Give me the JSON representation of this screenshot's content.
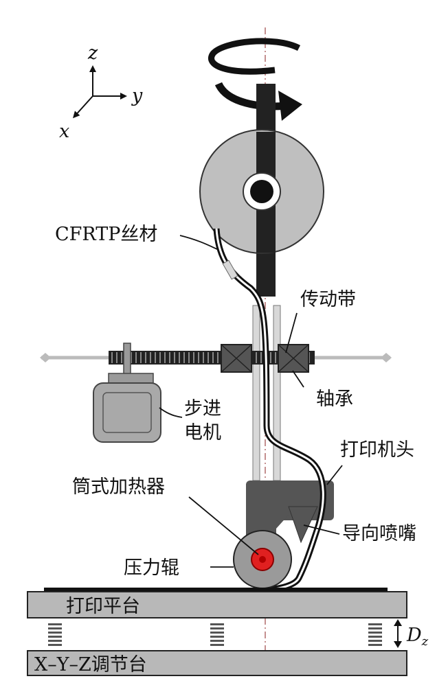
{
  "axes": {
    "z": "z",
    "y": "y",
    "x": "x"
  },
  "labels": {
    "filament": "CFRTP丝材",
    "belt": "传动带",
    "bearing": "轴承",
    "motor_line1": "步进",
    "motor_line2": "电机",
    "print_head": "打印机头",
    "heater": "筒式加热器",
    "nozzle": "导向喷嘴",
    "roller": "压力辊",
    "platform": "打印平台",
    "stage": "X–Y–Z调节台",
    "dz_main": "D",
    "dz_sub": "z"
  },
  "colors": {
    "gray_light": "#c8c8c8",
    "gray_mid": "#9a9a9a",
    "gray_dark": "#555555",
    "black": "#111111",
    "heater_red": "#e02020"
  }
}
